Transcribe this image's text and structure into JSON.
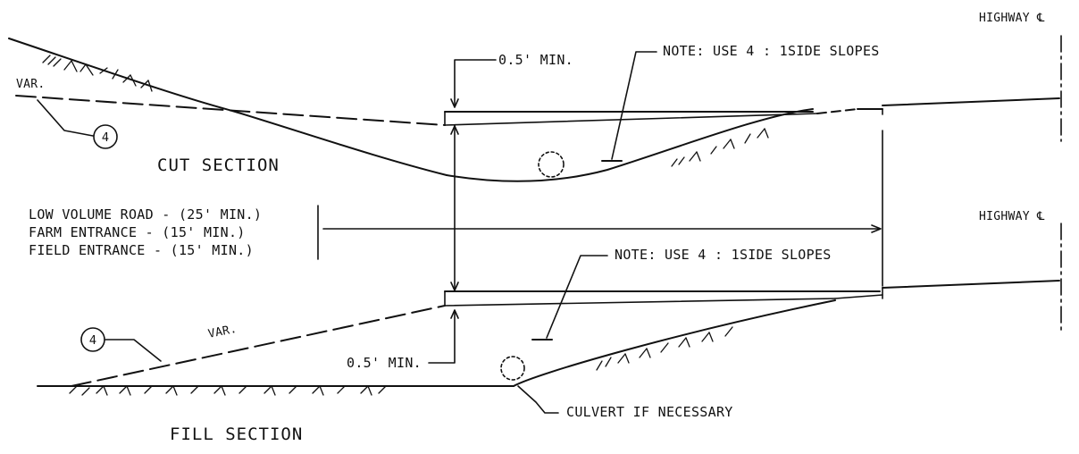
{
  "labels": {
    "highway_top": "HIGHWAY ℄",
    "highway_mid": "HIGHWAY ℄",
    "note_top": "NOTE: USE 4 : 1SIDE SLOPES",
    "note_bottom": "NOTE: USE 4 : 1SIDE SLOPES",
    "min_top": "0.5' MIN.",
    "min_bottom": "0.5' MIN.",
    "var_top": "VAR.",
    "var_bottom": "VAR.",
    "cut_section": "CUT SECTION",
    "fill_section": "FILL SECTION",
    "low_volume_road": "LOW VOLUME ROAD - (25' MIN.)",
    "farm_entrance": "FARM ENTRANCE - (15' MIN.)",
    "field_entrance": "FIELD ENTRANCE - (15' MIN.)",
    "culvert": "CULVERT IF NECESSARY",
    "callout_top": "4",
    "callout_bottom": "4"
  },
  "colors": {
    "ink": "#111111",
    "paper": "#ffffff"
  }
}
